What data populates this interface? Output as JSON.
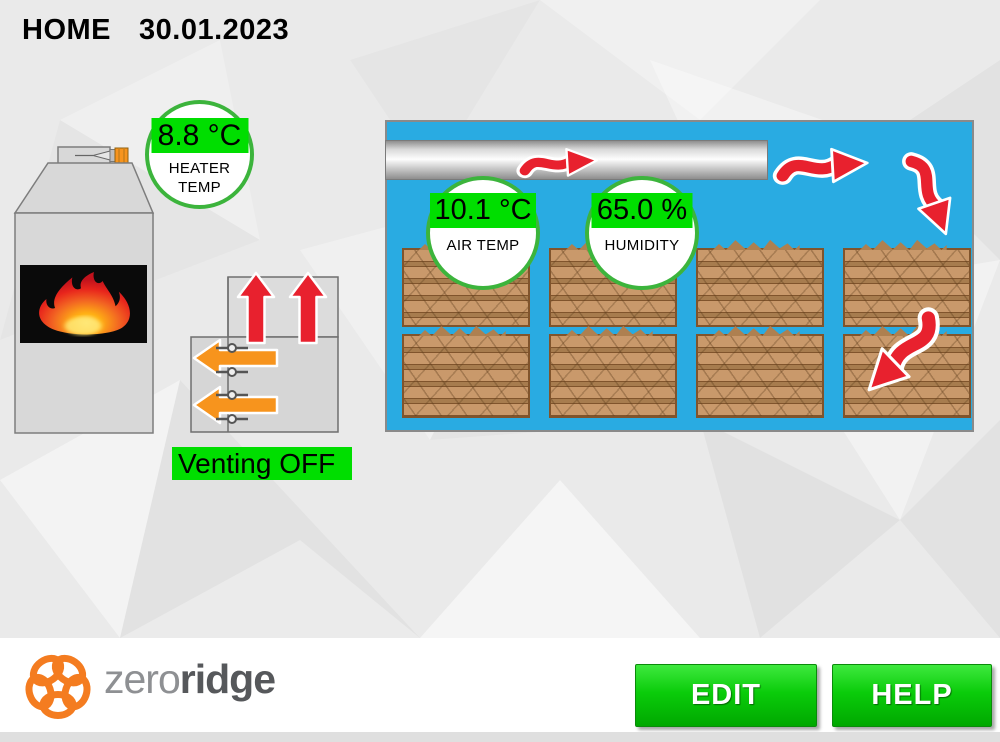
{
  "header": {
    "title": "HOME",
    "date": "30.01.2023"
  },
  "heater": {
    "badge": {
      "value": "8.8 °C",
      "label_line1": "HEATER",
      "label_line2": "TEMP"
    }
  },
  "venting": {
    "status": "Venting OFF"
  },
  "chamber": {
    "air_temp_badge": {
      "value": "10.1 °C",
      "label": "AIR TEMP"
    },
    "humidity_badge": {
      "value": "65.0 %",
      "label": "HUMIDITY"
    }
  },
  "footer": {
    "brand_light": "zero",
    "brand_bold": "ridge",
    "edit_label": "EDIT",
    "help_label": "HELP"
  },
  "icons": [
    "flame-icon",
    "heater-icon",
    "burner-nozzle-icon",
    "exhaust-up-arrow-icon",
    "intake-left-arrow-icon",
    "damper-icon",
    "airflow-arrow-icon",
    "zeroridge-logo-icon"
  ],
  "colors": {
    "value_green": "#00DE00",
    "badge_ring_green": "#3CB43C",
    "chamber_blue": "#29ABE2",
    "arrow_red": "#E8212E",
    "arrow_orange": "#F7941D",
    "wood_slat": "#C9996B",
    "wood_fill": "#A77C4E",
    "brand_orange": "#F47C20",
    "button_green_top": "#3FE93F",
    "button_green_bottom": "#00A800"
  }
}
